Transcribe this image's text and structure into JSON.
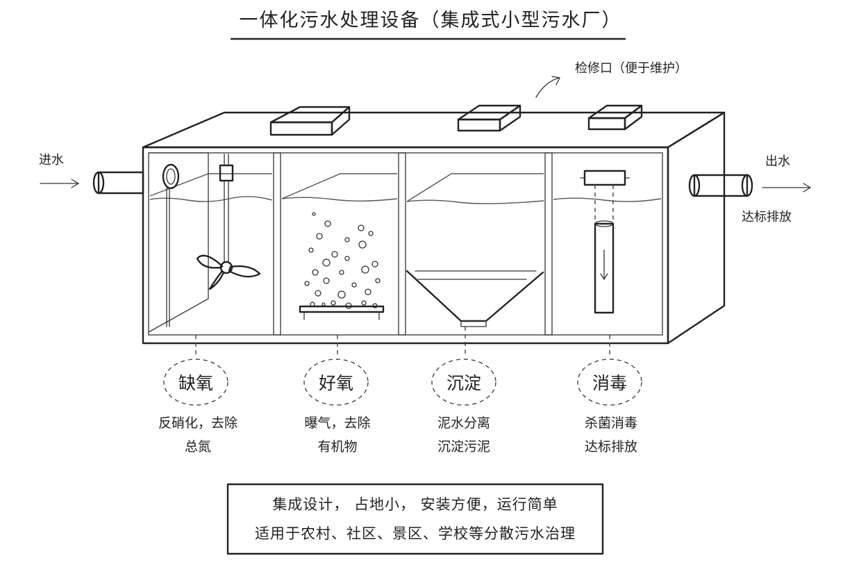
{
  "title": "一体化污水处理设备（集成式小型污水厂）",
  "access_port": "检修口（便于维护）",
  "inlet": "进水",
  "outlet": "出水",
  "outlet_note": "达标排放",
  "stages": [
    {
      "name": "缺氧",
      "desc_line1": "反硝化，去除",
      "desc_line2": "总氮"
    },
    {
      "name": "好氧",
      "desc_line1": "曝气，去除",
      "desc_line2": "有机物"
    },
    {
      "name": "沉淀",
      "desc_line1": "泥水分离",
      "desc_line2": "沉淀污泥"
    },
    {
      "name": "消毒",
      "desc_line1": "杀菌消毒",
      "desc_line2": "达标排放"
    }
  ],
  "features": {
    "line1": "集成设计， 占地小， 安装方便，运行简单",
    "line2": "适用于农村、社区、景区、学校等分散污水治理"
  }
}
